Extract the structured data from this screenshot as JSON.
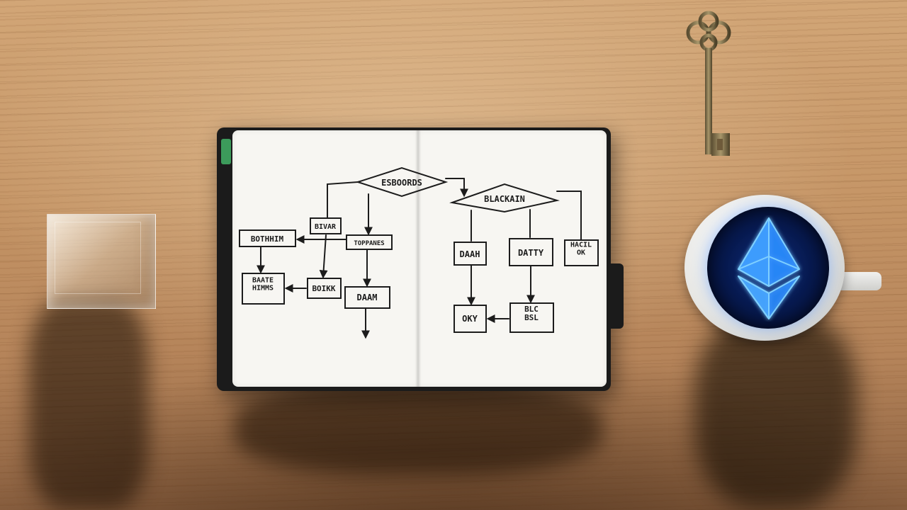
{
  "scene": {
    "surface": "wooden desk",
    "palette": {
      "wood": "#c59566",
      "paper": "#f7f6f2",
      "ink": "#1c1c1c",
      "notebook_cover": "#1b1b1b",
      "bookmark": "#3c9b5b",
      "eth_glow": "#3aa0ff",
      "coffee": "#061646",
      "brass": "#8a7a52"
    }
  },
  "diagram": {
    "left_page": {
      "top_diamond": "ESBOORDS",
      "nodes": [
        "BIVAR",
        "BOTHHIM",
        "TOPPANES",
        "BAATE\nHIMMS",
        "BOIKK",
        "DAAM"
      ]
    },
    "right_page": {
      "top_diamond": "BLACKAIN",
      "nodes": [
        "DAAH",
        "DATTY",
        "HACIL\nOK",
        "OKY",
        "BLC\nBSL"
      ]
    }
  },
  "objects": {
    "cube": "glass-cube",
    "key": "vintage-key",
    "mug": "coffee-mug",
    "mug_icon": "ethereum-icon"
  }
}
